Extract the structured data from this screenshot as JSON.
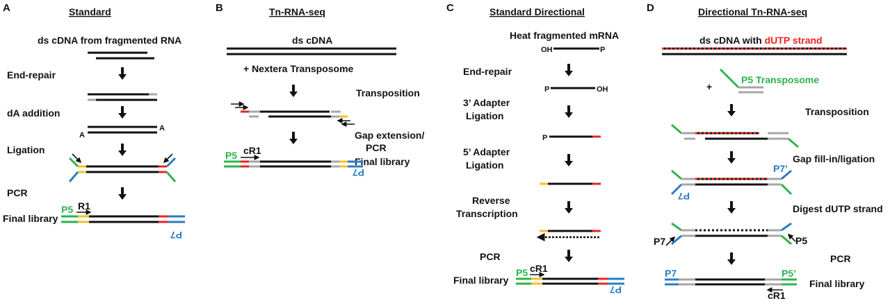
{
  "panels": {
    "a": {
      "letter": "A",
      "heading": "Standard",
      "steps": {
        "input": "ds cDNA from fragmented RNA",
        "end_repair": "End-repair",
        "da_addition": "dA addition",
        "ligation": "Ligation",
        "pcr": "PCR",
        "final": "Final library"
      },
      "marks": {
        "a_left": "A",
        "a_right": "A",
        "p5": "P5",
        "r1": "R1",
        "p7": "P7"
      }
    },
    "b": {
      "letter": "B",
      "heading": "Tn-RNA-seq",
      "steps": {
        "input": "ds cDNA",
        "transposome": "+ Nextera Transposome",
        "transposition": "Transposition",
        "gap_line1": "Gap extension/",
        "gap_line2": "PCR",
        "final": "Final library"
      },
      "marks": {
        "p5": "P5",
        "cr1": "cR1",
        "p7": "P7"
      }
    },
    "c": {
      "letter": "C",
      "heading": "Standard Directional",
      "steps": {
        "input": "Heat fragmented mRNA",
        "end_repair": "End-repair",
        "adapter3_line1": "3’ Adapter",
        "adapter3_line2": "Ligation",
        "adapter5_line1": "5’ Adapter",
        "adapter5_line2": "Ligation",
        "rt_line1": "Reverse",
        "rt_line2": "Transcription",
        "pcr": "PCR",
        "final": "Final library"
      },
      "marks": {
        "oh_left": "OH",
        "p_right": "P",
        "p_left": "P",
        "oh_right": "OH",
        "p_lig": "P",
        "p5": "P5",
        "cr1": "cR1",
        "p7": "P7"
      }
    },
    "d": {
      "letter": "D",
      "heading": "Directional Tn-RNA-seq",
      "steps": {
        "input_prefix": "ds cDNA with ",
        "input_highlight": "dUTP strand",
        "plus": "+",
        "transposome": "P5 Transposome",
        "transposition": "Transposition",
        "gapfill": "Gap fill-in/ligation",
        "digest": "Digest dUTP strand",
        "pcr": "PCR",
        "final": "Final library"
      },
      "marks": {
        "p7prime": "P7’",
        "p7_rot": "P7",
        "p7": "P7",
        "p5": "P5",
        "p7_final": "P7",
        "p5prime": "P5’",
        "cr1": "cR1"
      }
    }
  },
  "colors": {
    "black": "#111111",
    "grey": "#a6a6a6",
    "green": "#2db34a",
    "blue": "#2a7bc4",
    "red": "#e8231f",
    "yellow": "#f5c12a"
  }
}
